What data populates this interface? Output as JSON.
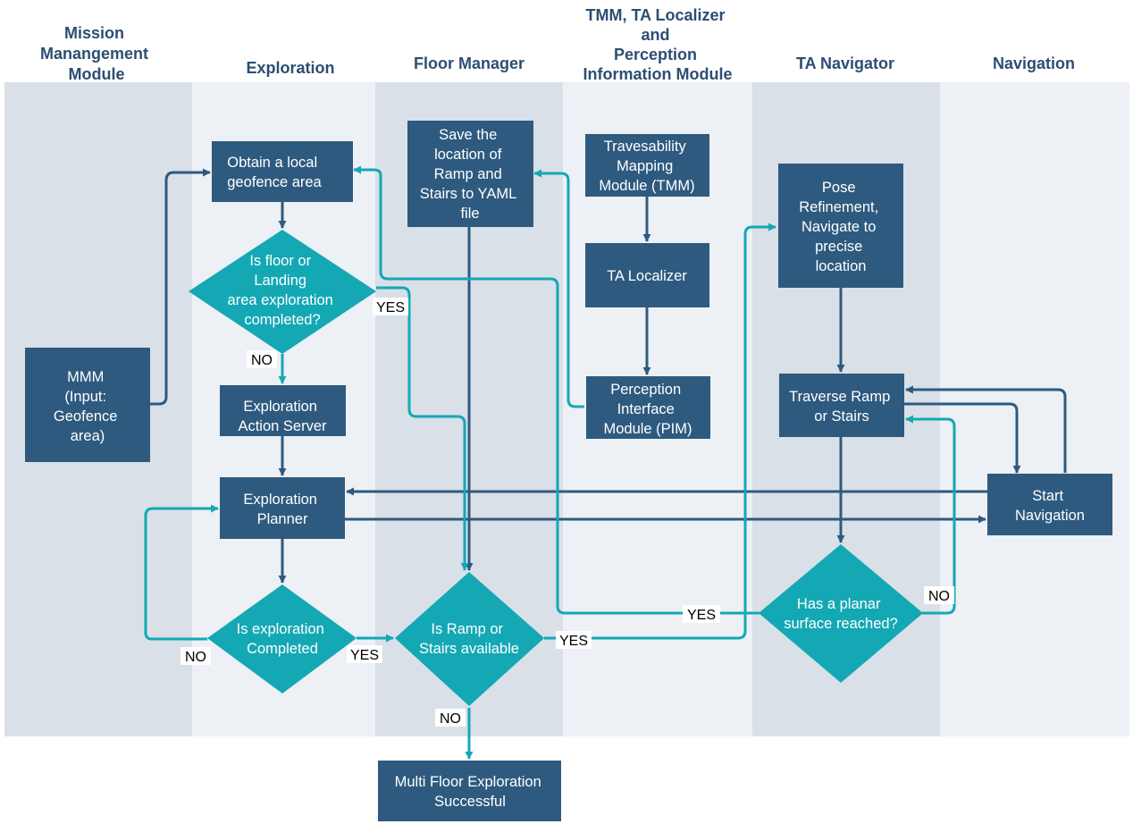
{
  "colors": {
    "lane_dark": "#d9e0e8",
    "lane_light": "#edf0f4",
    "process_box": "#2e5a7f",
    "decision": "#14a8b5",
    "edge_dark": "#2e5a7f",
    "edge_teal": "#14a8b5",
    "title": "#2d4e72"
  },
  "lanes": [
    {
      "id": "mmm",
      "title_lines": [
        "Mission",
        "Manangement",
        "Module"
      ]
    },
    {
      "id": "exploration",
      "title_lines": [
        "Exploration"
      ]
    },
    {
      "id": "floor_manager",
      "title_lines": [
        "Floor Manager"
      ]
    },
    {
      "id": "tmm",
      "title_lines": [
        "TMM, TA Localizer",
        "and",
        "Perception",
        "Information Module"
      ]
    },
    {
      "id": "ta_navigator",
      "title_lines": [
        "TA Navigator"
      ]
    },
    {
      "id": "navigation",
      "title_lines": [
        "Navigation"
      ]
    }
  ],
  "nodes": {
    "mmm_input": {
      "lines": [
        "MMM",
        "(Input:",
        "Geofence",
        "area)"
      ]
    },
    "obtain_geofence": {
      "lines": [
        "Obtain a local",
        "geofence area"
      ]
    },
    "floor_explored": {
      "lines": [
        "Is floor or",
        "Landing",
        "area exploration",
        "completed?"
      ]
    },
    "action_server": {
      "lines": [
        "Exploration",
        "Action Server"
      ]
    },
    "planner": {
      "lines": [
        "Exploration",
        "Planner"
      ]
    },
    "explore_done": {
      "lines": [
        "Is exploration",
        "Completed"
      ]
    },
    "save_yaml": {
      "lines": [
        "Save the",
        "location of",
        "Ramp and",
        "Stairs to YAML",
        "file"
      ]
    },
    "ramp_available": {
      "lines": [
        "Is Ramp or",
        "Stairs available"
      ]
    },
    "multi_floor": {
      "lines": [
        "Multi Floor Exploration",
        "Successful"
      ]
    },
    "tmm_box": {
      "lines": [
        "Travesability",
        "Mapping",
        "Module (TMM)"
      ]
    },
    "ta_localizer": {
      "lines": [
        "TA Localizer"
      ]
    },
    "pim": {
      "lines": [
        "Perception",
        "Interface",
        "Module (PIM)"
      ]
    },
    "pose_refine": {
      "lines": [
        "Pose",
        "Refinement,",
        "Navigate to",
        "precise",
        "location"
      ]
    },
    "traverse": {
      "lines": [
        "Traverse Ramp",
        "or Stairs"
      ]
    },
    "planar": {
      "lines": [
        "Has a planar",
        "surface reached?"
      ]
    },
    "start_nav": {
      "lines": [
        "Start",
        "Navigation"
      ]
    }
  },
  "edge_labels": {
    "floor_yes": "YES",
    "floor_no": "NO",
    "explore_no": "NO",
    "explore_yes": "YES",
    "ramp_yes": "YES",
    "ramp_no": "NO",
    "planar_yes": "YES",
    "planar_no": "NO"
  }
}
